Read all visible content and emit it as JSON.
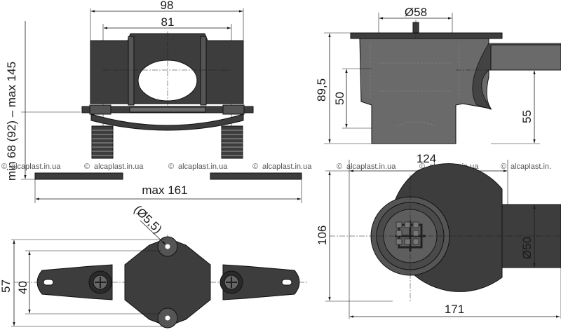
{
  "watermark": {
    "text": "© alcaplast.in.ua",
    "repeat_texts": [
      "©",
      "alcaplast.in.ua",
      "©",
      "alcaplast.in.ua",
      "©",
      "alcaplast.in.ua",
      "©",
      "alcaplast.in.ua",
      "©",
      "alcaplast.in.ua",
      "©",
      "alcaplast.in.ua",
      "©",
      "alcaplast.in."
    ]
  },
  "top_view": {
    "dim_overall": "98",
    "dim_inner": "81",
    "dim_height": "min 68 (92) – max 145",
    "dim_base": "max 161"
  },
  "side_view": {
    "dim_top_diameter": "Ø58",
    "dim_total_height": "89,5",
    "dim_inner_height": "50",
    "dim_outlet_height": "55"
  },
  "bottom_view": {
    "dim_hole": "(Ø5,5)",
    "dim_outer_height": "57",
    "dim_inner_height": "40"
  },
  "plan_view": {
    "dim_diameter": "124",
    "dim_height": "106",
    "dim_outlet": "Ø50",
    "dim_length": "171"
  },
  "colors": {
    "body": "#3d3d3d",
    "line": "#1a1a1a",
    "background": "#ffffff"
  }
}
